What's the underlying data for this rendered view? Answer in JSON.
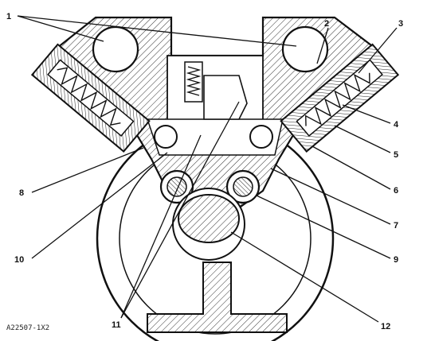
{
  "figure_id": "A22507-1X2",
  "callouts": [
    "1",
    "2",
    "3",
    "4",
    "5",
    "6",
    "7",
    "8",
    "9",
    "10",
    "11",
    "12"
  ],
  "colors": {
    "ink": "#111111",
    "paper": "#ffffff",
    "hatch": "#333333"
  }
}
